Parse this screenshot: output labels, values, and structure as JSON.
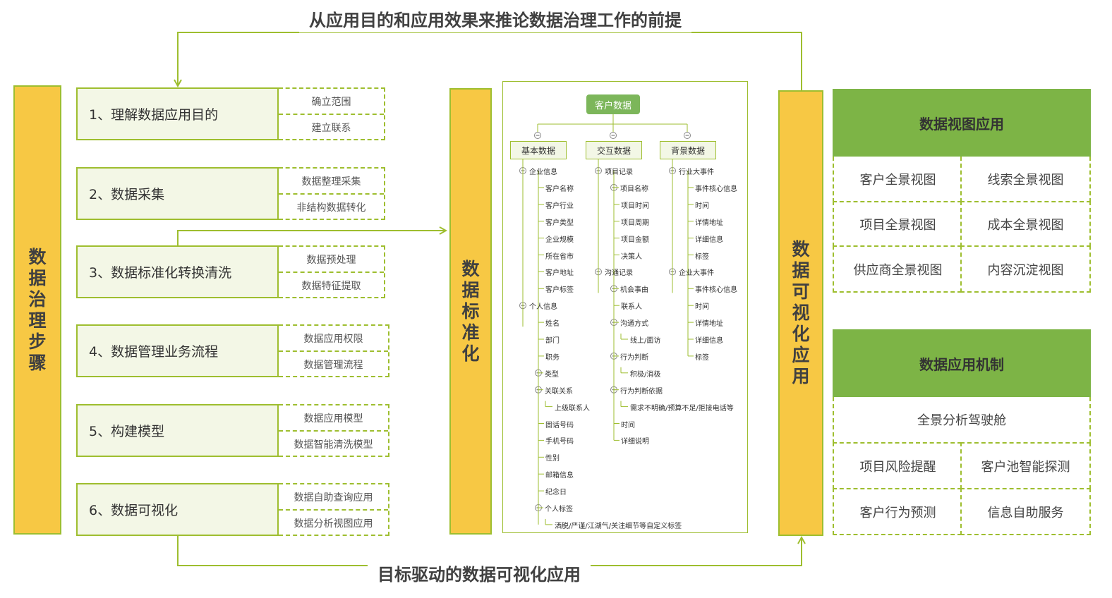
{
  "top_title": "从应用目的和应用效果来推论数据治理工作的前提",
  "bottom_title": "目标驱动的数据可视化应用",
  "left_bar": "数据治理步骤",
  "mid_bar": "数据标准化",
  "right_bar": "数据可视化应用",
  "steps": [
    {
      "label": "1、理解数据应用目的",
      "subs": [
        "确立范围",
        "建立联系"
      ]
    },
    {
      "label": "2、数据采集",
      "subs": [
        "数据整理采集",
        "非结构数据转化"
      ]
    },
    {
      "label": "3、数据标准化转换清洗",
      "subs": [
        "数据预处理",
        "数据特征提取"
      ]
    },
    {
      "label": "4、数据管理业务流程",
      "subs": [
        "数据应用权限",
        "数据管理流程"
      ]
    },
    {
      "label": "5、构建模型",
      "subs": [
        "数据应用模型",
        "数据智能清洗模型"
      ]
    },
    {
      "label": "6、数据可视化",
      "subs": [
        "数据自助查询应用",
        "数据分析视图应用"
      ]
    }
  ],
  "tree": {
    "root": "客户数据",
    "cols": [
      {
        "head": "基本数据",
        "items": [
          {
            "t": "企业信息",
            "lvl": 1,
            "sign": "-"
          },
          {
            "t": "客户名称",
            "lvl": 2
          },
          {
            "t": "客户行业",
            "lvl": 2
          },
          {
            "t": "客户类型",
            "lvl": 2
          },
          {
            "t": "企业规模",
            "lvl": 2
          },
          {
            "t": "所在省市",
            "lvl": 2
          },
          {
            "t": "客户地址",
            "lvl": 2
          },
          {
            "t": "客户标签",
            "lvl": 2
          },
          {
            "t": "个人信息",
            "lvl": 1,
            "sign": "-"
          },
          {
            "t": "姓名",
            "lvl": 2
          },
          {
            "t": "部门",
            "lvl": 2
          },
          {
            "t": "职务",
            "lvl": 2
          },
          {
            "t": "类型",
            "lvl": 2,
            "sign": "+"
          },
          {
            "t": "关联关系",
            "lvl": 2,
            "sign": "-"
          },
          {
            "t": "上级联系人",
            "lvl": 3
          },
          {
            "t": "固话号码",
            "lvl": 2
          },
          {
            "t": "手机号码",
            "lvl": 2
          },
          {
            "t": "性别",
            "lvl": 2
          },
          {
            "t": "邮箱信息",
            "lvl": 2
          },
          {
            "t": "纪念日",
            "lvl": 2
          },
          {
            "t": "个人标签",
            "lvl": 2,
            "sign": "-"
          },
          {
            "t": "洒脱/严谨/江湖气/关注细节等自定义标签",
            "lvl": 3
          }
        ]
      },
      {
        "head": "交互数据",
        "items": [
          {
            "t": "项目记录",
            "lvl": 1,
            "sign": "-"
          },
          {
            "t": "项目名称",
            "lvl": 2,
            "sign": "+"
          },
          {
            "t": "项目时间",
            "lvl": 2
          },
          {
            "t": "项目周期",
            "lvl": 2
          },
          {
            "t": "项目金额",
            "lvl": 2
          },
          {
            "t": "决策人",
            "lvl": 2
          },
          {
            "t": "沟通记录",
            "lvl": 1,
            "sign": "-"
          },
          {
            "t": "机会事由",
            "lvl": 2,
            "sign": "+"
          },
          {
            "t": "联系人",
            "lvl": 2
          },
          {
            "t": "沟通方式",
            "lvl": 2,
            "sign": "-"
          },
          {
            "t": "线上/面访",
            "lvl": 3
          },
          {
            "t": "行为判断",
            "lvl": 2,
            "sign": "-"
          },
          {
            "t": "积极/消极",
            "lvl": 3
          },
          {
            "t": "行为判断依据",
            "lvl": 2,
            "sign": "-"
          },
          {
            "t": "需求不明确/预算不足/拒接电话等",
            "lvl": 3
          },
          {
            "t": "时间",
            "lvl": 2
          },
          {
            "t": "详细说明",
            "lvl": 2
          }
        ]
      },
      {
        "head": "背景数据",
        "items": [
          {
            "t": "行业大事件",
            "lvl": 1,
            "sign": "-"
          },
          {
            "t": "事件核心信息",
            "lvl": 2
          },
          {
            "t": "时间",
            "lvl": 2
          },
          {
            "t": "详情地址",
            "lvl": 2
          },
          {
            "t": "详细信息",
            "lvl": 2
          },
          {
            "t": "标签",
            "lvl": 2
          },
          {
            "t": "企业大事件",
            "lvl": 1,
            "sign": "-"
          },
          {
            "t": "事件核心信息",
            "lvl": 2
          },
          {
            "t": "时间",
            "lvl": 2
          },
          {
            "t": "详情地址",
            "lvl": 2
          },
          {
            "t": "详细信息",
            "lvl": 2
          },
          {
            "t": "标签",
            "lvl": 2
          }
        ]
      }
    ]
  },
  "view_panel": {
    "title": "数据视图应用",
    "cells": [
      "客户全景视图",
      "线索全景视图",
      "项目全景视图",
      "成本全景视图",
      "供应商全景视图",
      "内容沉淀视图"
    ]
  },
  "mech_panel": {
    "title": "数据应用机制",
    "full": "全景分析驾驶舱",
    "cells": [
      "项目风险提醒",
      "客户池智能探测",
      "客户行为预测",
      "信息自助服务"
    ]
  },
  "colors": {
    "yellow": "#f7c844",
    "green": "#9ebe2f",
    "dark_green": "#7db446",
    "light_green": "#f3f7e6"
  }
}
